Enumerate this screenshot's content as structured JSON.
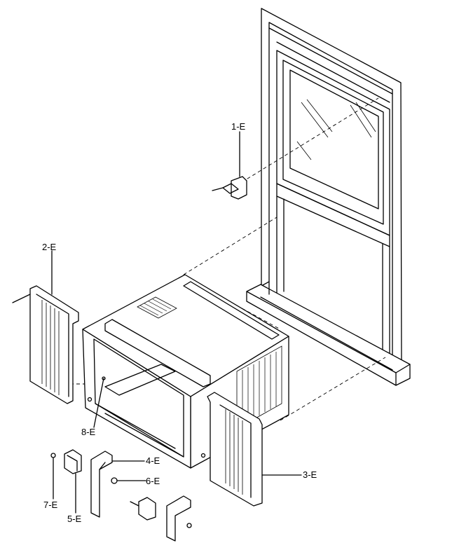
{
  "labels": {
    "part_1": "1-E",
    "part_2": "2-E",
    "part_3": "3-E",
    "part_4": "4-E",
    "part_5": "5-E",
    "part_6": "6-E",
    "part_7": "7-E",
    "part_8": "8-E"
  }
}
